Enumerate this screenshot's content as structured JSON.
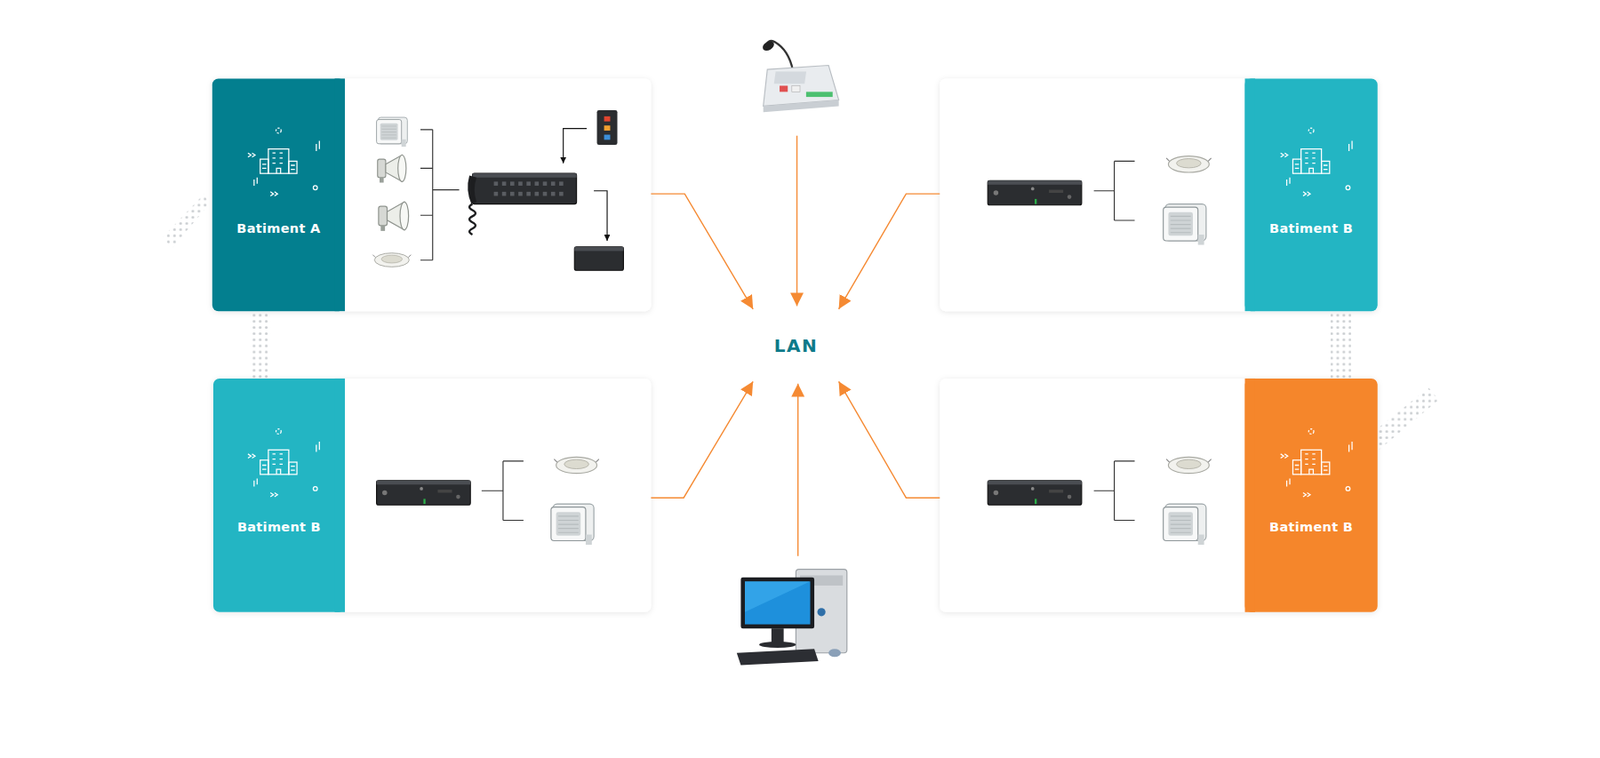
{
  "diagram": {
    "nodes": [
      {
        "text": [
          "Batiment A"
        ]
      },
      {
        "text": [
          "Batiment B"
        ]
      },
      {
        "text": [
          "LAN"
        ]
      },
      {
        "text": [
          "Batiment B"
        ]
      },
      {
        "text": [
          "Batiment B"
        ]
      }
    ],
    "edges": [
      {
        "from": 0,
        "to": 2,
        "arrow": "to"
      },
      {
        "from": 1,
        "to": 2,
        "arrow": "to"
      },
      {
        "from": 3,
        "to": 2,
        "arrow": "to"
      },
      {
        "from": 4,
        "to": 2,
        "arrow": "to"
      }
    ]
  }
}
